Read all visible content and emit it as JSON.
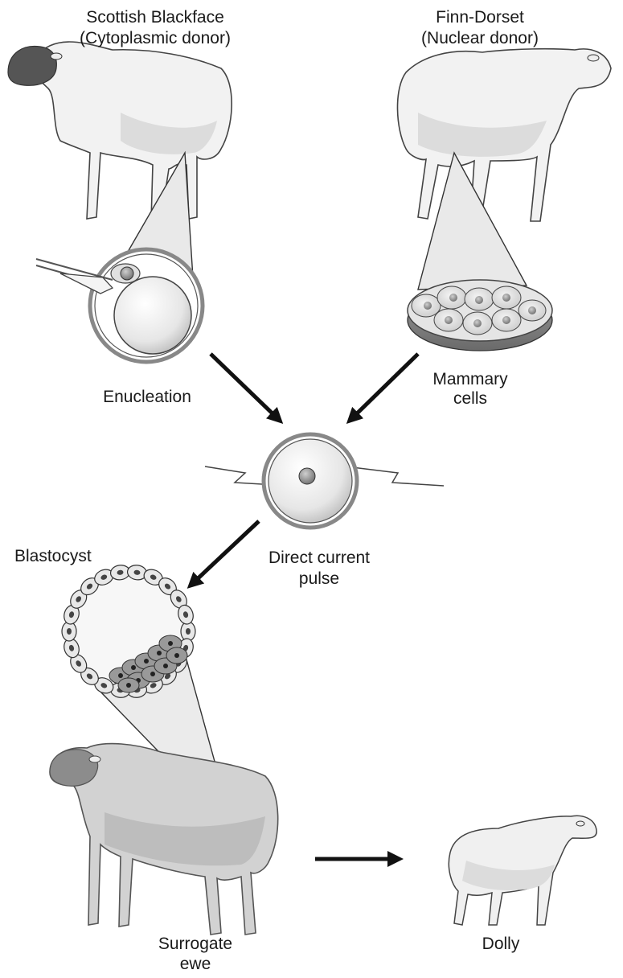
{
  "labels": {
    "blackface_line1": "Scottish Blackface",
    "blackface_line2": "(Cytoplasmic donor)",
    "finn_line1": "Finn-Dorset",
    "finn_line2": "(Nuclear donor)",
    "enucleation": "Enucleation",
    "mammary_line1": "Mammary",
    "mammary_line2": "cells",
    "pulse_line1": "Direct current",
    "pulse_line2": "pulse",
    "blastocyst": "Blastocyst",
    "surrogate_line1": "Surrogate",
    "surrogate_line2": "ewe",
    "dolly": "Dolly"
  },
  "colors": {
    "line": "#3a3a3a",
    "wool_light": "#f0f0f0",
    "wool_shade": "#d8d8d8",
    "surrogate_wool": "#d6d6d6",
    "surrogate_shade": "#bdbdbd",
    "black_face": "#555555",
    "arrow": "#111111"
  }
}
